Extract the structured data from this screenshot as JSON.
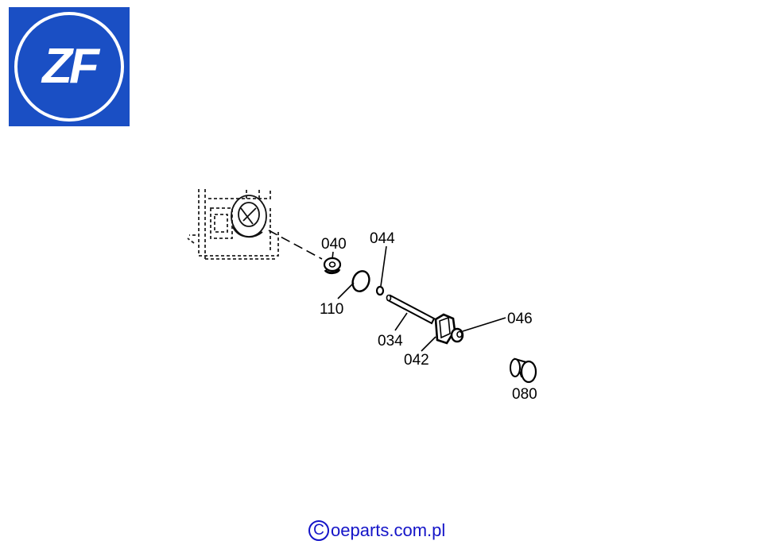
{
  "logo": {
    "text": "ZF",
    "background": "#1a4fc4",
    "foreground": "#ffffff"
  },
  "callouts": {
    "p040": "040",
    "p044": "044",
    "p110": "110",
    "p034": "034",
    "p042": "042",
    "p046": "046",
    "p080": "080"
  },
  "footer": {
    "symbol": "C",
    "text": "oeparts.com.pl",
    "color": "#1414c8"
  }
}
